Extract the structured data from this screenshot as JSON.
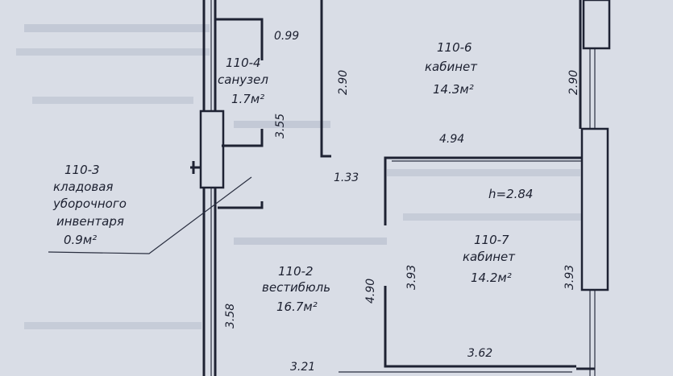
{
  "rooms": {
    "r4": {
      "code": "110-4",
      "name": "санузел",
      "area": "1.7м²"
    },
    "r6": {
      "code": "110-6",
      "name": "кабинет",
      "area": "14.3м²"
    },
    "r3": {
      "code": "110-3",
      "name_line1": "кладовая",
      "name_line2": "уборочного",
      "name_line3": "инвентаря",
      "area": "0.9м²"
    },
    "r2": {
      "code": "110-2",
      "name": "вестибюль",
      "area": "16.7м²"
    },
    "r7": {
      "code": "110-7",
      "name": "кабинет",
      "area": "14.2м²"
    }
  },
  "dimensions": {
    "d099": "0.99",
    "d290a": "2.90",
    "d290b": "2.90",
    "d355": "3.55",
    "d494": "4.94",
    "d133": "1.33",
    "height": "h=2.84",
    "d393a": "3.93",
    "d393b": "3.93",
    "d490": "4.90",
    "d358": "3.58",
    "d362": "3.62",
    "d321": "3.21"
  },
  "colors": {
    "paper": "#d9dde6",
    "ink": "#1e2233"
  }
}
